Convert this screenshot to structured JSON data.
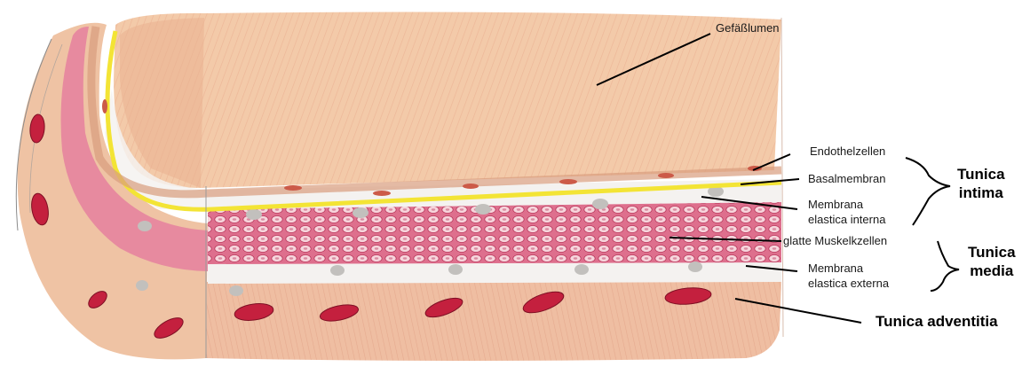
{
  "labels": {
    "lumen": "Gefäßlumen",
    "endothel": "Endothelzellen",
    "basal": "Basalmembran",
    "mei_line1": "Membrana",
    "mei_line2": "elastica interna",
    "muscle": "glatte Muskelkzellen",
    "mee_line1": "Membrana",
    "mee_line2": "elastica externa"
  },
  "groups": {
    "intima_line1": "Tunica",
    "intima_line2": "intima",
    "media_line1": "Tunica",
    "media_line2": "media",
    "adventitia": "Tunica adventitia"
  },
  "colors": {
    "lumen": "#f1c3ac",
    "endothelium": "#e9b293",
    "basal_membrane": "#f0e53c",
    "elastic_membrane": "#f4f2f0",
    "media": "#e37c98",
    "media_cells": "#f8dbe1",
    "adventitia": "#efc4a8",
    "nuclei": "#c41e3a"
  }
}
